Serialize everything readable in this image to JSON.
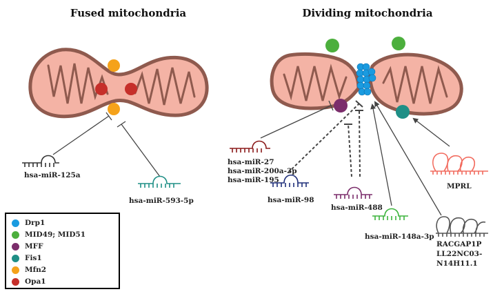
{
  "titles": {
    "fused": "Fused mitochondria",
    "dividing": "Dividing mitochondria"
  },
  "mirnas": {
    "mir125a": "hsa-miR-125a",
    "mir593": "hsa-miR-593-5p",
    "mir27": "hsa-miR-27",
    "mir200a": "hsa-miR-200a-3p",
    "mir195": "hsa-miR-195",
    "mir98": "hsa-miR-98",
    "mir488": "hsa-miR-488",
    "mir148a": "hsa-miR-148a-3p",
    "mprl": "MPRL",
    "racgap1p": "RACGAP1P",
    "ll22": "LL22NC03-",
    "n14h11": "N14H11.1"
  },
  "legend": [
    {
      "label": "Drp1",
      "color": "#1a9be0"
    },
    {
      "label": "MID49; MID51",
      "color": "#4caf3d"
    },
    {
      "label": "MFF",
      "color": "#7b2d6b"
    },
    {
      "label": "Fis1",
      "color": "#1f8f86"
    },
    {
      "label": "Mfn2",
      "color": "#f5a21a"
    },
    {
      "label": "Opa1",
      "color": "#c62f2a"
    }
  ],
  "colors": {
    "membrane": "#8f5a4e",
    "matrix": "#f4b3a5",
    "cristae": "#8f5a4e",
    "mir125a": "#333333",
    "mir593": "#1f8f86",
    "mir27": "#8b1a1a",
    "mir98": "#1f2f7a",
    "mir488": "#7b2d6b",
    "mir148a": "#3cb43c",
    "mprl": "#f26b5e",
    "racgap": "#555555"
  }
}
